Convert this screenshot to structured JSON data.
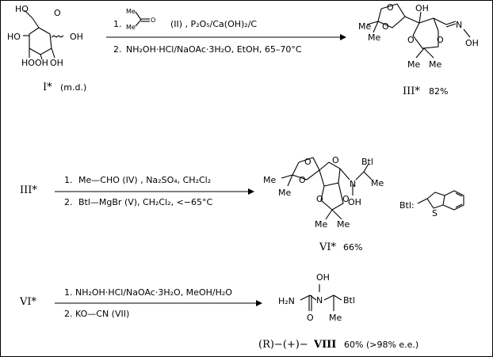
{
  "scheme": {
    "step1": {
      "start_label": "I*",
      "start_note": "(m.d.)",
      "reagent_II_me_top": "Me",
      "reagent_II_me_bottom": "Me",
      "reagent_II_o": "O",
      "condition_1_num": "1.",
      "condition_1_text": "(II) , P₂O₅/Ca(OH)₂/C",
      "condition_2_num": "2.",
      "condition_2_text": "NH₂OH·HCl/NaOAc·3H₂O,    EtOH,    65–70°C",
      "product_label": "III*",
      "product_yield": "82%",
      "atoms": {
        "ho": "HO",
        "oh": "OH",
        "o": "O",
        "n": "N",
        "me": "Me"
      }
    },
    "step2": {
      "start_label": "III*",
      "condition_1_num": "1.",
      "condition_1_text": "Me—CHO  (IV) , Na₂SO₄, CH₂Cl₂",
      "condition_2_num": "2.",
      "condition_2_text": "Btl—MgBr  (V), CH₂Cl₂,  <−65°C",
      "product_label": "VI*",
      "product_yield": "66%",
      "btl_legend": "Btl:",
      "atoms": {
        "btl": "Btl",
        "s": "S"
      }
    },
    "step3": {
      "start_label": "VI*",
      "condition_1_text": "1. NH₂OH·HCl/NaOAc·3H₂O,   MeOH/H₂O",
      "condition_2_text": "2.  KO—CN   (VII)",
      "product_prefix": "(R)−(+)−",
      "product_label": "VIII",
      "product_yield": "60% (>98% e.e.)",
      "atoms": {
        "h2n": "H₂N"
      }
    }
  }
}
